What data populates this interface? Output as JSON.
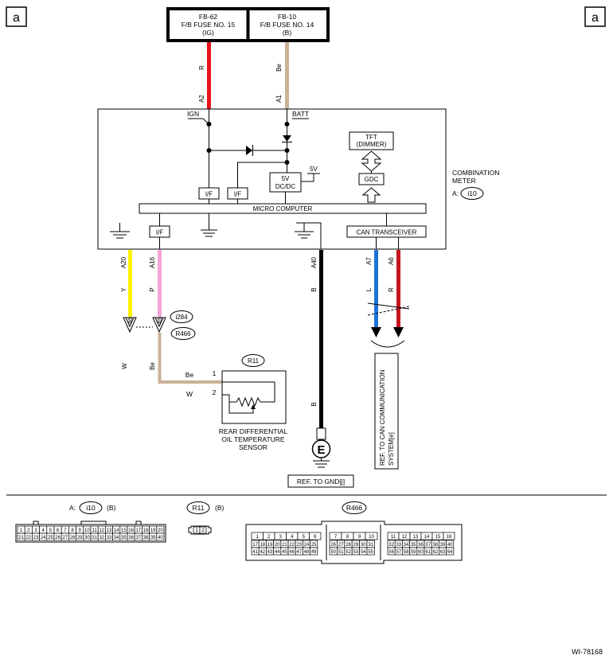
{
  "corner_marks": {
    "left": "a",
    "right": "a"
  },
  "fuses": {
    "fb62": {
      "id": "FB-62",
      "name": "F/B FUSE NO. 15",
      "supply": "(IG)"
    },
    "fb10": {
      "id": "FB-10",
      "name": "F/B FUSE NO. 14",
      "supply": "(B)"
    }
  },
  "top_wires": {
    "ig": {
      "color_code": "R",
      "pin": "A2",
      "color": "#e8121b"
    },
    "batt": {
      "color_code": "Be",
      "pin": "A1",
      "color": "#c9b298"
    }
  },
  "meter": {
    "ign_label": "IGN",
    "batt_label": "BATT",
    "tft_line1": "TFT",
    "tft_line2": "(DIMMER)",
    "gdc": "GDC",
    "dcdc_line1": "5V",
    "dcdc_line2": "DC/DC",
    "five_v": "5V",
    "if1": "I/F",
    "if2": "I/F",
    "if3": "I/F",
    "micro": "MICRO COMPUTER",
    "can": "CAN TRANSCEIVER",
    "title_line1": "COMBINATION",
    "title_line2": "METER",
    "conn_prefix": "A:",
    "conn_id": "i10"
  },
  "lower_wires": {
    "a20": {
      "pin": "A20",
      "color_code": "Y",
      "color": "#fff200"
    },
    "a16": {
      "pin": "A16",
      "color_code": "P",
      "color": "#f4a6d7"
    },
    "a40": {
      "pin": "A40",
      "color_code": "B",
      "color_code_lower": "B",
      "color": "#000000"
    },
    "a7": {
      "pin": "A7",
      "color_code": "L",
      "color": "#1e73d8"
    },
    "a6": {
      "pin": "A6",
      "color_code": "R",
      "color": "#c8141e"
    }
  },
  "joint": {
    "pin46": "46",
    "pin45": "45",
    "conn_i284": "i284",
    "conn_r466": "R466",
    "below_left": "W",
    "below_right": "Be"
  },
  "sensor": {
    "conn": "R11",
    "wire1_code": "Be",
    "wire1_pin": "1",
    "wire2_code": "W",
    "wire2_pin": "2",
    "label_line1": "REAR DIFFERENTIAL",
    "label_line2": "OIL TEMPERATURE",
    "label_line3": "SENSOR"
  },
  "ground": {
    "letter": "E",
    "ref": "REF. TO GND[j]"
  },
  "can_ref": {
    "line1": "REF. TO CAN COMMUNICATION",
    "line2": "SYSTEM[e]"
  },
  "connectors": {
    "i10": {
      "prefix": "A:",
      "id": "i10",
      "suffix": "(B)",
      "row1": [
        "1",
        "2",
        "3",
        "4",
        "5",
        "6",
        "7",
        "8",
        "9",
        "10",
        "11",
        "12",
        "13",
        "14",
        "15",
        "16",
        "17",
        "18",
        "19",
        "20"
      ],
      "row2": [
        "21",
        "22",
        "23",
        "24",
        "25",
        "26",
        "27",
        "28",
        "29",
        "30",
        "31",
        "32",
        "33",
        "34",
        "35",
        "36",
        "37",
        "38",
        "39",
        "40"
      ]
    },
    "r11": {
      "id": "R11",
      "suffix": "(B)",
      "pins": [
        "1",
        "2"
      ]
    },
    "r466": {
      "id": "R466",
      "g1r1": [
        "1",
        "2",
        "3",
        "4",
        "5",
        "6"
      ],
      "g1r2": [
        "17",
        "18",
        "19",
        "20",
        "21",
        "22",
        "23",
        "24",
        "25"
      ],
      "g1r3": [
        "41",
        "42",
        "43",
        "44",
        "45",
        "46",
        "47",
        "48",
        "49"
      ],
      "g2r1": [
        "7",
        "8",
        "9",
        "10"
      ],
      "g2r2": [
        "26",
        "27",
        "28",
        "29",
        "30",
        "31"
      ],
      "g2r3": [
        "50",
        "51",
        "52",
        "53",
        "54",
        "55"
      ],
      "g3r1": [
        "11",
        "12",
        "13",
        "14",
        "15",
        "16"
      ],
      "g3r2": [
        "32",
        "33",
        "34",
        "35",
        "36",
        "37",
        "38",
        "39",
        "40"
      ],
      "g3r3": [
        "56",
        "57",
        "58",
        "59",
        "60",
        "61",
        "62",
        "63",
        "64"
      ]
    }
  },
  "figure_id": "WI-78168"
}
